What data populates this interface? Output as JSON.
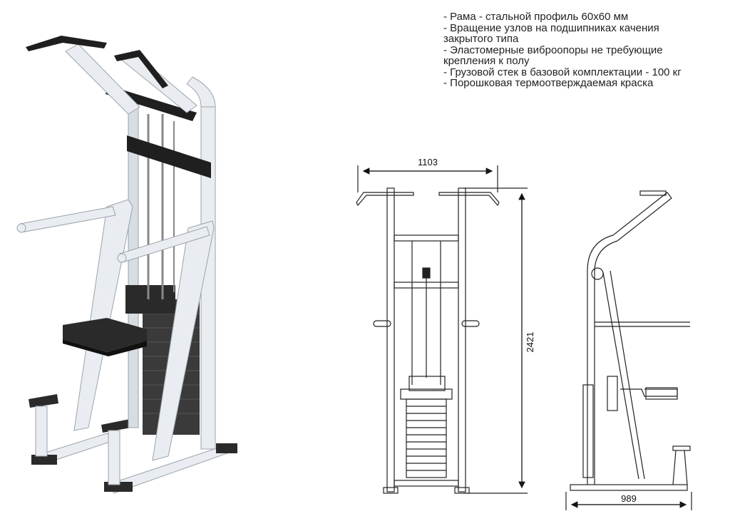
{
  "specs": [
    "- Рама - стальной профиль 60х60 мм",
    "- Вращение узлов на подшипниках качения",
    "закрытого типа",
    "- Эластомерные виброопоры не требующие",
    "крепления к полу",
    "- Грузовой стек в базовой комплектации - 100 кг",
    "- Порошковая термоотверждаемая краска"
  ],
  "dimensions": {
    "width": "1103",
    "height": "2421",
    "depth": "989"
  },
  "colors": {
    "frame": "#e9edf1",
    "padding": "#2a2a2a",
    "line": "#222222"
  }
}
